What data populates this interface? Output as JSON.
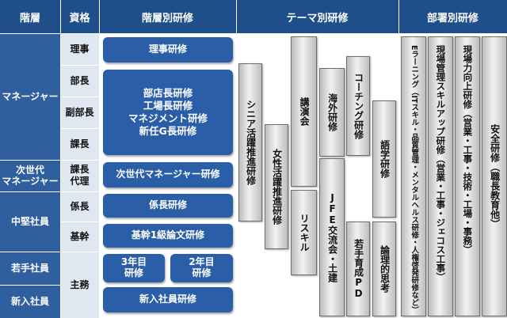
{
  "headers": {
    "level": "階層",
    "qualification": "資格",
    "tier_training": "階層別研修",
    "theme_training": "テーマ別研修",
    "dept_training": "部署別研修"
  },
  "levels": {
    "manager": "マネージャー",
    "next_manager": "次世代\nマネージャー",
    "mid": "中堅社員",
    "young": "若手社員",
    "new": "新入社員"
  },
  "qualifications": {
    "director": "理事",
    "dept_head": "部長",
    "deputy_head": "副部長",
    "section_chief": "課長",
    "acting_chief": "課長\n代理",
    "subsection_chief": "係長",
    "core": "基幹",
    "staff": "主務"
  },
  "tier_programs": {
    "director_training": "理事研修",
    "manager_group": "部店長研修\n工場長研修\nマネジメント研修\n新任G長研修",
    "next_manager_training": "次世代マネージャー研修",
    "chief_training": "係長研修",
    "core_essay": "基幹1級論文研修",
    "year3": "3年目\n研修",
    "year2": "2年目\n研修",
    "new_hire": "新入社員研修"
  },
  "theme_programs": {
    "senior": "シニア活躍推進研修",
    "women": "女性活躍推進研修",
    "lecture": "講演会",
    "reskill": "リスキル",
    "overseas": "海外研修",
    "jfe": "JFE交流会・土建",
    "coaching": "コーチング研修",
    "young_pd": "若手育成PD",
    "language": "語学研修",
    "logic": "論理的思考"
  },
  "dept_programs": {
    "elearning": "Eラーニング（ITスキル・品質管理・メンタルヘルス研修・人権啓発研修など）",
    "field_mgmt": "現場管理スキルアップ研修（営業・工事・ジェコス工事）",
    "field_power": "現場力向上研修（営業・工事・技術・工場・事務）",
    "safety": "安全研修（職長教育他）"
  },
  "colors": {
    "header_bg": "#1f4f8a",
    "level_bg": "#2f5f9f",
    "qual_bg": "#dfe7f1",
    "tier_box": "#2a5fa8"
  }
}
